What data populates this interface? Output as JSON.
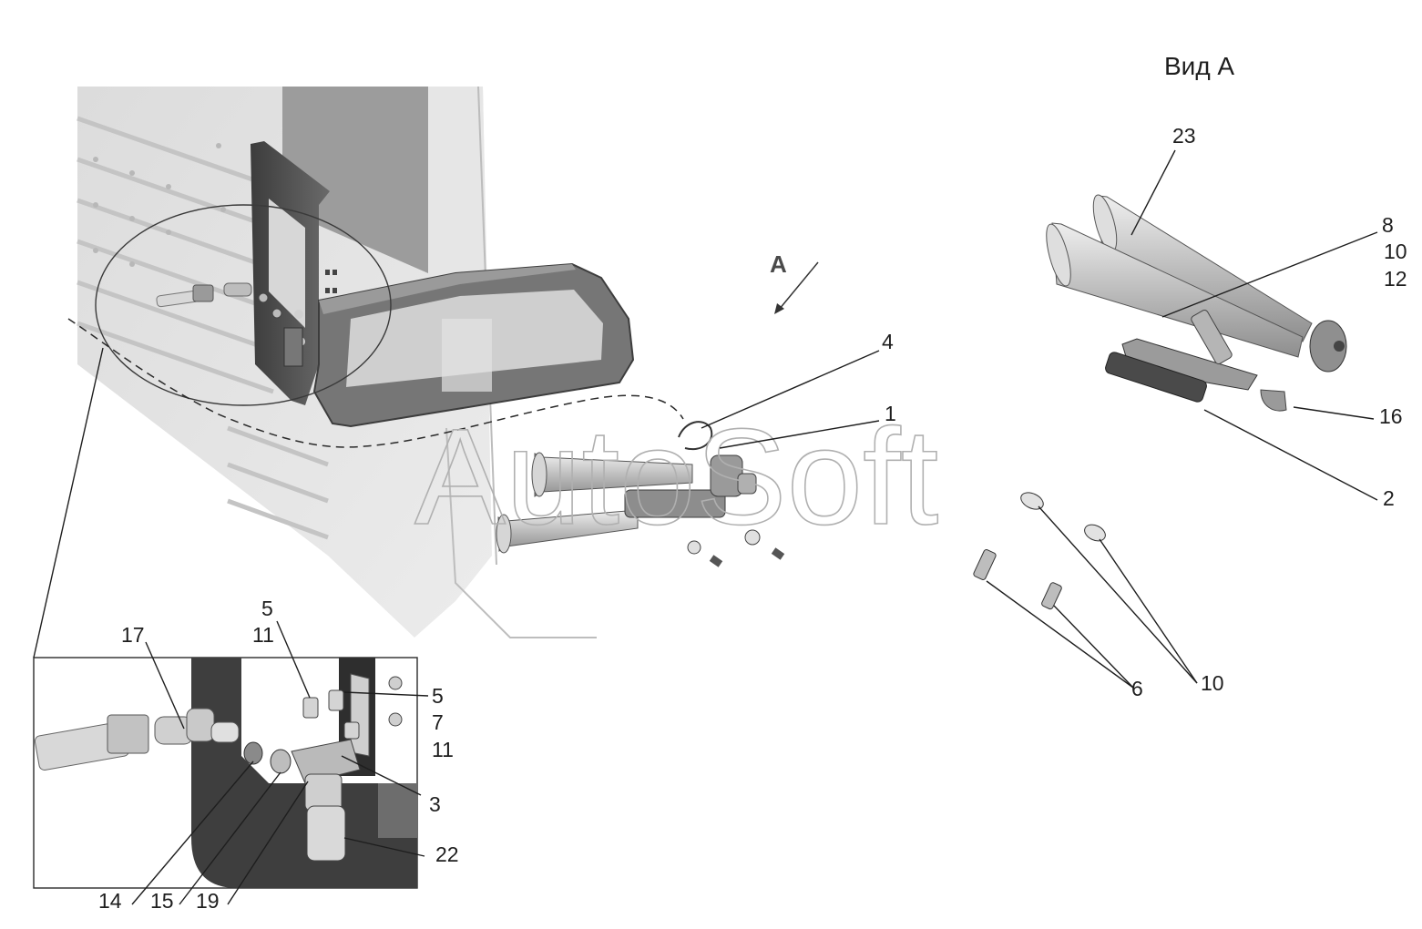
{
  "view_title": "Вид А",
  "view_arrow_letter": "А",
  "watermark": "AutoSoft",
  "callouts": {
    "c23": "23",
    "c8": "8",
    "c10a": "10",
    "c12": "12",
    "c16": "16",
    "c2": "2",
    "c4": "4",
    "c1": "1",
    "c6": "6",
    "c10b": "10",
    "c5a": "5",
    "c11a": "11",
    "c17": "17",
    "c5b": "5",
    "c7": "7",
    "c11b": "11",
    "c3": "3",
    "c22": "22",
    "c14": "14",
    "c15": "15",
    "c19": "19"
  }
}
